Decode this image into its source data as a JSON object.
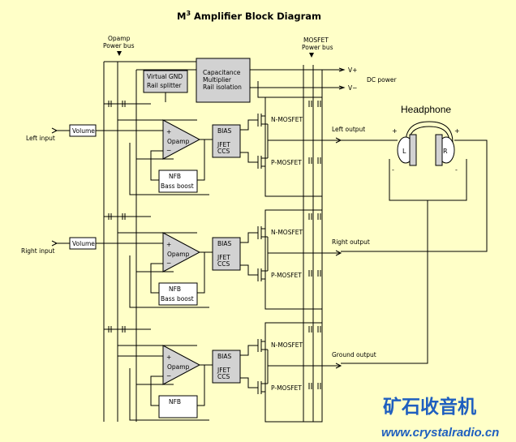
{
  "title_main": "M",
  "title_sup": "3",
  "title_rest": " Amplifier Block Diagram",
  "labels": {
    "opamp_bus_1": "Opamp",
    "opamp_bus_2": "Power bus",
    "mosfet_bus_1": "MOSFET",
    "mosfet_bus_2": "Power bus",
    "vplus": "V+",
    "vminus": "V−",
    "dc_power": "DC power",
    "virtual_gnd_1": "Virtual GND",
    "virtual_gnd_2": "Rail splitter",
    "cap_mult_1": "Capacitance",
    "cap_mult_2": "Multiplier",
    "cap_mult_3": "Rail isolation",
    "headphone": "Headphone",
    "hp_l": "L",
    "hp_r": "R",
    "plus": "+",
    "minus": "-",
    "left_input": "Left input",
    "right_input": "Right input",
    "volume": "Volume",
    "opamp": "Opamp",
    "bias": "BIAS",
    "jfet": "JFET",
    "ccs": "CCS",
    "nfb": "NFB",
    "bass_boost": "Bass boost",
    "n_mosfet": "N-MOSFET",
    "p_mosfet": "P-MOSFET",
    "left_output": "Left output",
    "right_output": "Right output",
    "ground_output": "Ground output",
    "op_plus": "+",
    "op_minus": "−"
  },
  "watermark": {
    "cn": "矿石收音机",
    "url": "www.crystalradio.cn"
  }
}
